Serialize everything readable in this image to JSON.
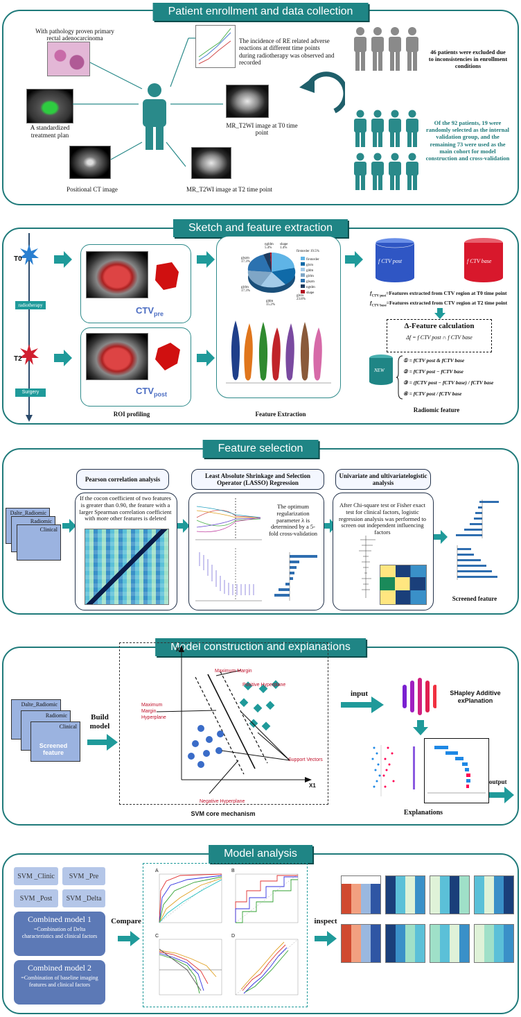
{
  "colors": {
    "teal": "#1f8585",
    "blue": "#4a6cc2",
    "red": "#c0102a"
  },
  "s1": {
    "title": "Patient enrollment and data collection",
    "pathology_caption": "With pathology proven primary rectal adenocarcinoma",
    "treatment_caption": "A standardized treatment plan",
    "ct_caption": "Positional CT image",
    "re_caption": "The incidence of RE related adverse reactions at different time points during radiotherapy was observed and recorded",
    "t0_caption": "MR_T2WI image at T0 time point",
    "t2_caption": "MR_T2WI image at T2 time point",
    "excluded": "46 patients were excluded due to inconsistencies in enrollment conditions",
    "cohort": "Of the 92 patients, 19 were randomly selected as the internal validation group, and the remaining 73 were used as the main cohort for model construction and cross-validation"
  },
  "s2": {
    "title": "Sketch and feature extraction",
    "t0": "T0",
    "t2": "T2",
    "radiotherapy": "radiotherapy",
    "surgery": "Surgery",
    "ctv_pre": "CTV",
    "ctv_pre_sub": "pre",
    "ctv_post": "CTV",
    "ctv_post_sub": "post",
    "roi": "ROI profiling",
    "fe": "Feature Extraction",
    "rf": "Radiomic feature",
    "pie_labels": [
      "ngldm 5.4%",
      "shape 1.4%",
      "firstorder 19.5%",
      "glcm 23.8%",
      "gldm 15.2%",
      "glrlm 17.3%",
      "glszm 17.3%"
    ],
    "legend": [
      "firstorder",
      "glcm",
      "gldm",
      "glrlm",
      "glszm",
      "ngtdm",
      "shape"
    ],
    "f_post": "Features extracted from CTV region at T0 time point",
    "f_base": "Features extracted from CTV region at T2 time point",
    "delta_title": "Δ-Feature calculation",
    "new": "NEW",
    "delta_formula": "Δf = f CTV post ∩ f CTV base",
    "cyl1": "f CTV post",
    "cyl2": "f CTV base",
    "opts": [
      "① = fCTV post & fCTV base",
      "② = fCTV post − fCTV base",
      "③ = (fCTV post − fCTV base) / fCTV base",
      "④ = fCTV post / fCTV base"
    ]
  },
  "s3": {
    "title": "Feature selection",
    "pearson": "Pearson correlation analysis",
    "lasso": "Least Absolute Shrinkage and Selection Operator (LASSO) Regression",
    "uni": "Univariate and ultivariatelogistic analysis",
    "pearson_text": "If the cocon coefficient of two features is greater than 0.90, the feature with a larger Spearman correlation coefficient with more other features is deleted",
    "lasso_text": "The optimum regularization parameter λ is determined by a 5-fold cross-validation",
    "uni_text": "After Chi-square test or Fisher exact test for clinical factors, logistic regression analysis was performed to screen out independent influencing factors",
    "stack": [
      "Dalte_Radiomic",
      "Radiomic",
      "Clinical"
    ],
    "screened": "Screened feature"
  },
  "s4": {
    "title": "Model construction and explanations",
    "stack": [
      "Dalte_Radiomic",
      "Radiomic",
      "Clinical"
    ],
    "screened": "Screened feature",
    "build": "Build model",
    "x1": "X1",
    "x2": "X2",
    "max_margin": "Maximum Margin",
    "pos_hyper": "Positive Hyperplane",
    "mm_hyper": "Maximum Margin Hyperplane",
    "support": "Support Vectors",
    "neg_hyper": "Negative Hyperplane",
    "svm": "SVM core mechanism",
    "input": "input",
    "shap": "SHapley Additive exPlanation",
    "output": "output",
    "explanations": "Explanations"
  },
  "s5": {
    "title": "Model analysis",
    "pills": [
      "SVM _Clinic",
      "SVM _Pre",
      "SVM _Post",
      "SVM _Delta"
    ],
    "cm1_title": "Combined  model 1",
    "cm1_text": "=Combination of Delta characteristics and clinical factors",
    "cm2_title": "Combined  model 2",
    "cm2_text": "=Combination of baseline imaging features and clinical factors",
    "compare": "Compare",
    "inspect": "inspect",
    "panels": [
      "A",
      "B",
      "C",
      "D"
    ]
  }
}
